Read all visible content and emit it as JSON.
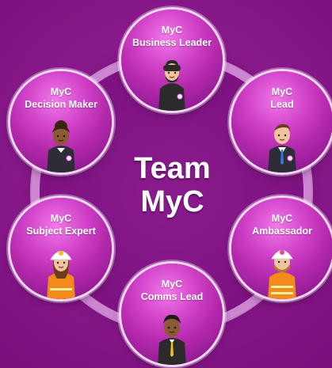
{
  "center": {
    "line1": "Team",
    "line2": "MyC"
  },
  "nodes": {
    "business": {
      "line1": "MyC",
      "line2": "Business Leader",
      "icon": "business-leader-avatar-icon"
    },
    "lead": {
      "line1": "MyC",
      "line2": "Lead",
      "icon": "lead-avatar-icon"
    },
    "ambassador": {
      "line1": "MyC",
      "line2": "Ambassador",
      "icon": "ambassador-avatar-icon"
    },
    "comms": {
      "line1": "MyC",
      "line2": "Comms Lead",
      "icon": "comms-lead-avatar-icon"
    },
    "subject": {
      "line1": "MyC",
      "line2": "Subject Expert",
      "icon": "subject-expert-avatar-icon"
    },
    "decision": {
      "line1": "MyC",
      "line2": "Decision Maker",
      "icon": "decision-maker-avatar-icon"
    }
  },
  "colors": {
    "background": "#8a1a8c",
    "node_fill": "#c53bbd",
    "ring_border": "#e6b7e6",
    "text": "#ffffff"
  }
}
